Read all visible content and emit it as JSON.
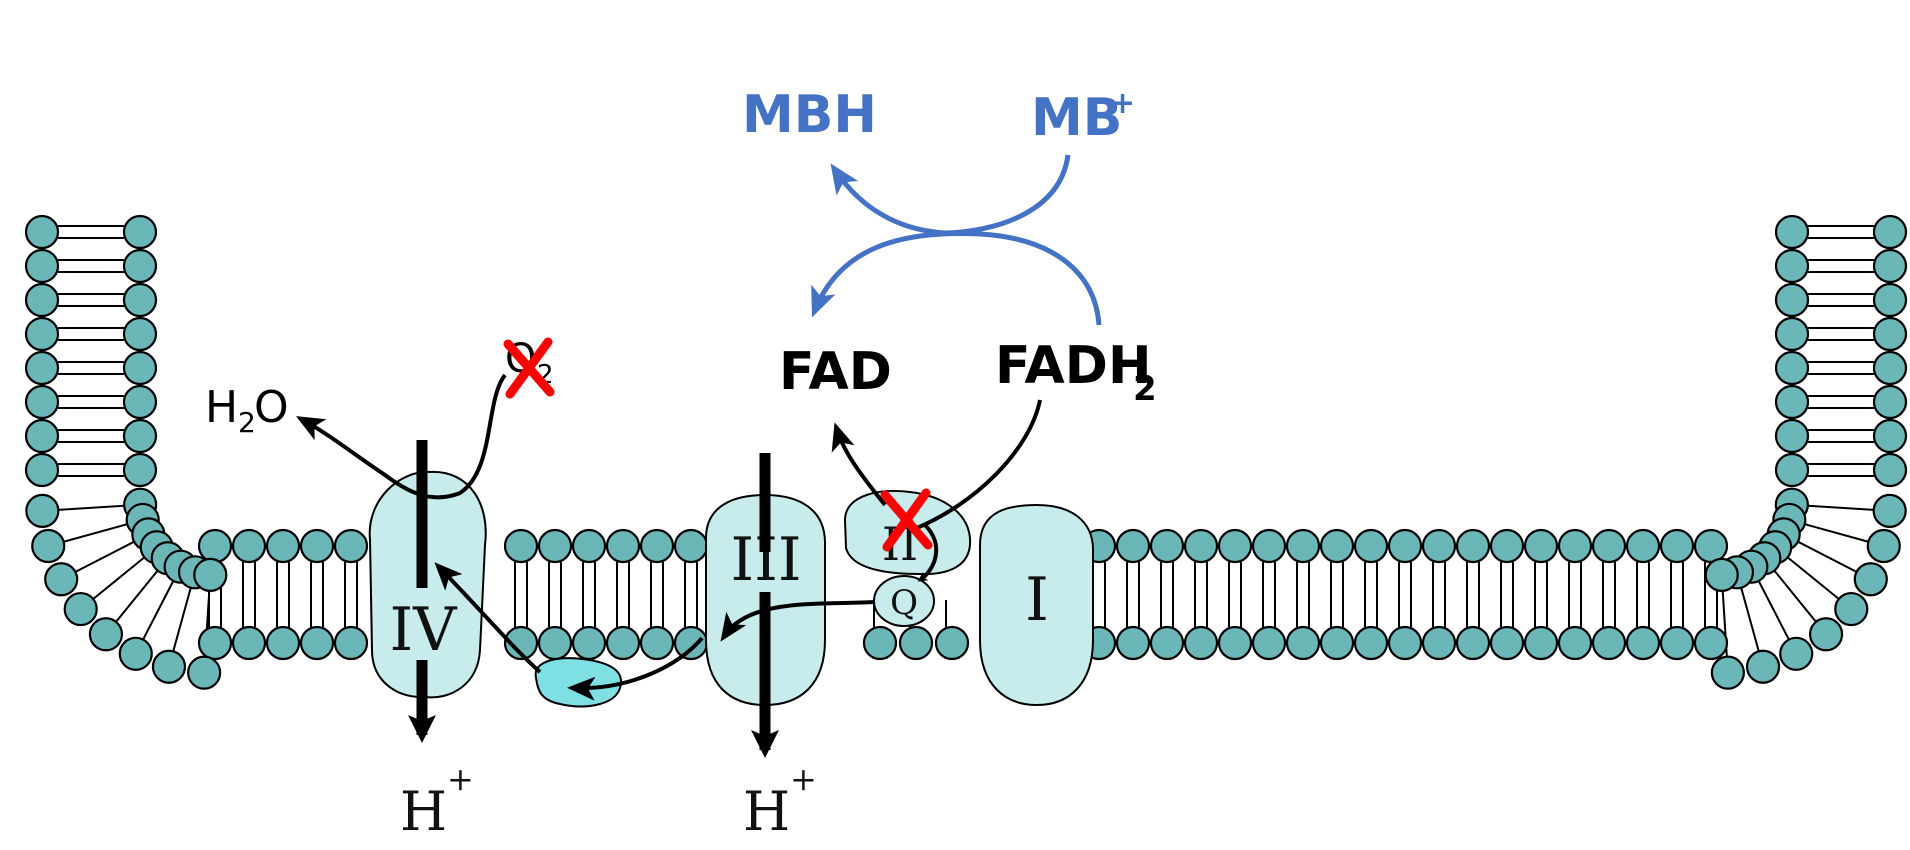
{
  "diagram": {
    "complexes": {
      "I": "I",
      "II": "II",
      "III": "III",
      "IV": "IV",
      "Q": "Q"
    },
    "labels": {
      "mbh": "MBH",
      "mb_plus_base": "MB",
      "mb_plus_sup": "+",
      "fad": "FAD",
      "fadh2_base": "FADH",
      "fadh2_sub": "2",
      "h2o_h": "H",
      "h2o_sub": "2",
      "h2o_o": "O",
      "o2_base": "O",
      "o2_sub": "2",
      "h_plus_1_base": "H",
      "h_plus_1_sup": "+",
      "h_plus_2_base": "H",
      "h_plus_2_sup": "+"
    },
    "colors": {
      "lipid_head": "#6bb7b8",
      "complex_fill": "#c8ecec",
      "cytochrome_c_fill": "#7fe0e4",
      "methylene_blue_arrows": "#4472c4",
      "inhibition_cross": "#ff0000"
    }
  }
}
